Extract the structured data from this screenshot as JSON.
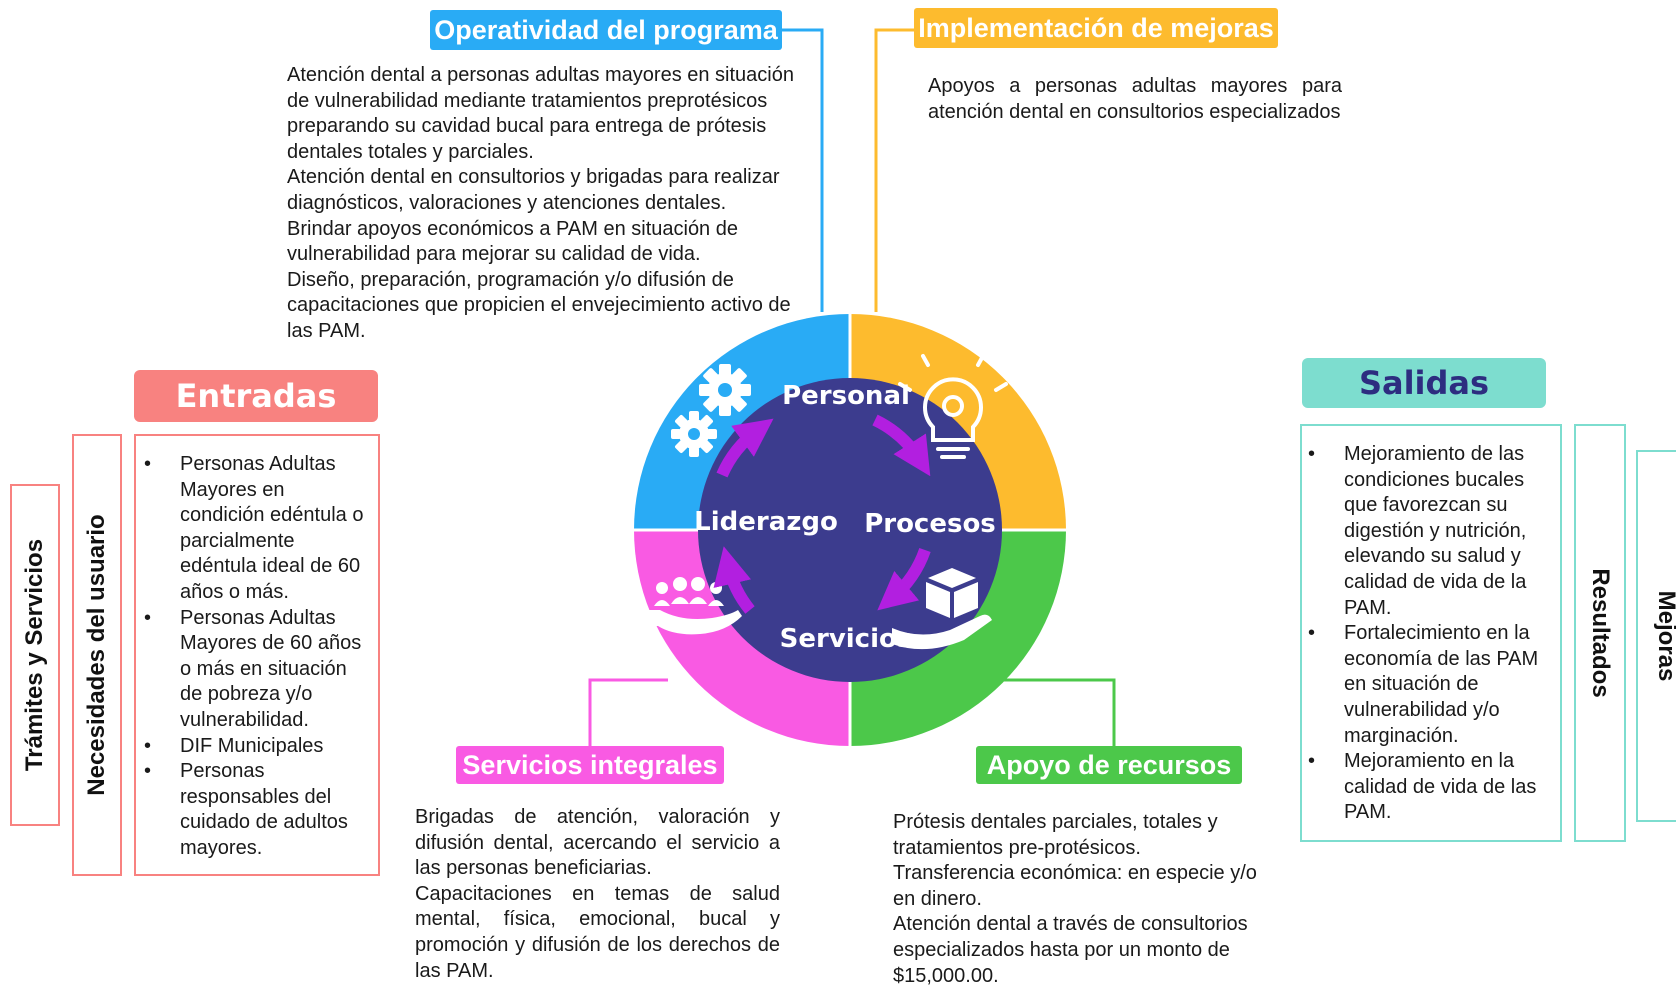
{
  "colors": {
    "blue": "#29ABF5",
    "orange": "#FDBB2E",
    "pink": "#F95AE3",
    "green": "#4CC84A",
    "navy": "#3C3C8E",
    "salmon": "#F88280",
    "teal": "#7DDDCF",
    "purple": "#B21FE0"
  },
  "top_left": {
    "title": "Operatividad del  programa",
    "paragraphs": [
      "Atención dental a personas adultas mayores en situación de vulnerabilidad mediante tratamientos preprotésicos  preparando su cavidad bucal para entrega de prótesis dentales totales y parciales.",
      "Atención dental en consultorios y brigadas para realizar diagnósticos, valoraciones y atenciones dentales.",
      "Brindar apoyos económicos a PAM en situación de vulnerabilidad para mejorar su calidad de vida.",
      "Diseño, preparación, programación y/o difusión de capacitaciones que propicien el envejecimiento activo de las PAM."
    ]
  },
  "top_right": {
    "title": "Implementación de mejoras",
    "text": "Apoyos a personas adultas mayores para atención dental en consultorios especializados"
  },
  "bottom_left": {
    "title": "Servicios integrales",
    "paragraphs": [
      "Brigadas de atención, valoración y difusión dental, acercando el servicio a las personas beneficiarias.",
      "Capacitaciones en temas de salud mental, física, emocional, bucal y promoción y difusión de los derechos de las PAM."
    ]
  },
  "bottom_right": {
    "title": "Apoyo de recursos",
    "paragraphs": [
      "Prótesis dentales parciales, totales y tratamientos pre-protésicos.",
      "Transferencia económica: en especie y/o en dinero.",
      "Atención dental a través de consultorios especializados hasta por un monto de $15,000.00."
    ]
  },
  "center": {
    "top": "Personal",
    "right": "Procesos",
    "bottom": "Servicios",
    "left": "Liderazgo"
  },
  "icons": {
    "top_left": "gears-icon",
    "top_right": "lightbulb-gear-icon",
    "bottom_left": "people-in-hand-icon",
    "bottom_right": "box-in-hand-icon",
    "cycle": "circular-arrows-icon"
  },
  "left": {
    "outer_label": "Trámites y Servicios",
    "mid_label": "Necesidades del usuario",
    "header": "Entradas",
    "items": [
      "Personas Adultas Mayores en condición edéntula o parcialmente edéntula ideal de 60 años o más.",
      "Personas Adultas Mayores de 60 años o más en situación de pobreza y/o vulnerabilidad.",
      "DIF Municipales",
      "Personas responsables del cuidado de adultos mayores."
    ]
  },
  "right": {
    "header": "Salidas",
    "items": [
      "Mejoramiento de las condiciones bucales que favorezcan su digestión y nutrición, elevando su salud y calidad de vida de la PAM.",
      "Fortalecimiento  en la economía de las PAM en situación de vulnerabilidad y/o marginación.",
      "Mejoramiento en la calidad de vida de las PAM."
    ],
    "mid_label": "Resultados",
    "outer_label": "Mejoras"
  }
}
